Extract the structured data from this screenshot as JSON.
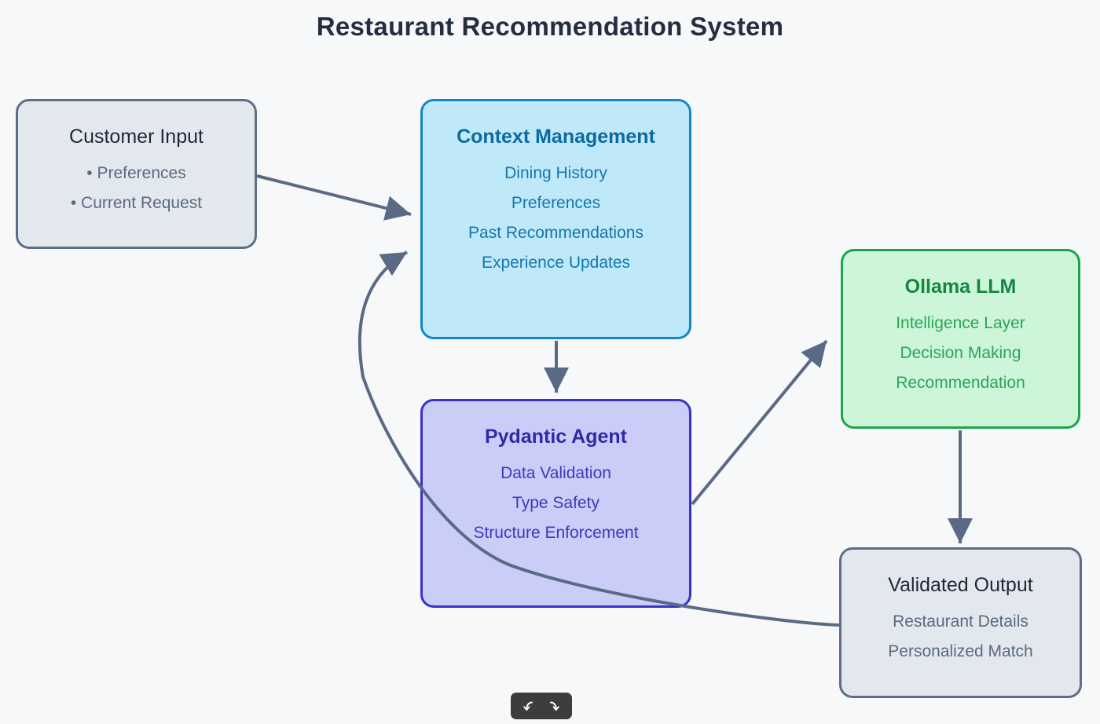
{
  "title": "Restaurant Recommendation System",
  "diagram": {
    "background": "#f6f8fa",
    "arrow_color": "#5a6a85",
    "title_color": "#252d42"
  },
  "nodes": {
    "customer_input": {
      "title": "Customer Input",
      "items": [
        "• Preferences",
        "• Current Request"
      ],
      "fill": "#e3e8ef",
      "border": "#5d6e85",
      "title_color": "#1f2738",
      "item_color": "#5a6a80"
    },
    "context_management": {
      "title": "Context Management",
      "items": [
        "Dining History",
        "Preferences",
        "Past Recommendations",
        "Experience Updates"
      ],
      "fill": "#bfe8f9",
      "border": "#1287c9",
      "title_color": "#0b6aa1",
      "item_color": "#1278ad"
    },
    "ollama_llm": {
      "title": "Ollama LLM",
      "items": [
        "Intelligence Layer",
        "Decision Making",
        "Recommendation"
      ],
      "fill": "#cdf5d8",
      "border": "#1ca34c",
      "title_color": "#13873f",
      "item_color": "#28a55a"
    },
    "pydantic_agent": {
      "title": "Pydantic Agent",
      "items": [
        "Data Validation",
        "Type Safety",
        "Structure Enforcement"
      ],
      "fill": "#c9cdf7",
      "border": "#3a31c8",
      "title_color": "#2f2ba8",
      "item_color": "#3d39bd"
    },
    "validated_output": {
      "title": "Validated Output",
      "items": [
        "Restaurant Details",
        "Personalized Match"
      ],
      "fill": "#e3e8ef",
      "border": "#5d6e85",
      "title_color": "#1f2738",
      "item_color": "#5a6a80"
    }
  },
  "edges": [
    {
      "from": "customer_input",
      "to": "context_management"
    },
    {
      "from": "context_management",
      "to": "pydantic_agent"
    },
    {
      "from": "pydantic_agent",
      "to": "ollama_llm"
    },
    {
      "from": "ollama_llm",
      "to": "validated_output"
    },
    {
      "from": "validated_output",
      "to": "context_management"
    }
  ],
  "controls": {
    "left_icon": "curved-arrow-down-left",
    "right_icon": "curved-arrow-down-right"
  }
}
